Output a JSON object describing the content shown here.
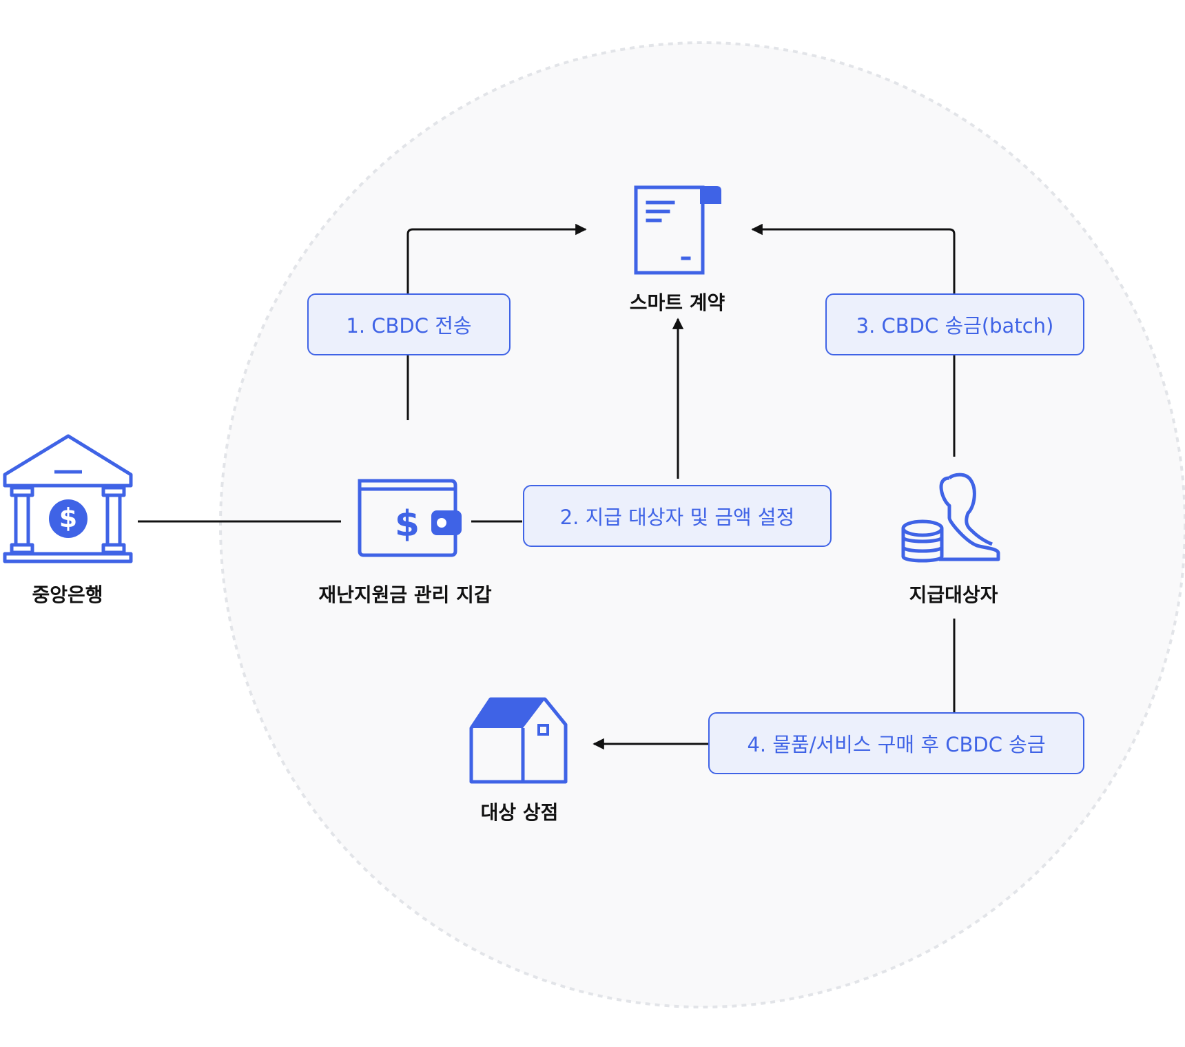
{
  "nodes": {
    "central_bank": {
      "label": "중앙은행",
      "icon": "bank-icon"
    },
    "wallet": {
      "label": "재난지원금 관리 지갑",
      "icon": "wallet-icon"
    },
    "smart_contract": {
      "label": "스마트 계약",
      "icon": "contract-document-icon"
    },
    "recipient": {
      "label": "지급대상자",
      "icon": "user-coins-icon"
    },
    "store": {
      "label": "대상 상점",
      "icon": "store-icon"
    }
  },
  "steps": [
    {
      "label": "1.  CBDC 전송"
    },
    {
      "label": "2. 지급 대상자 및 금액 설정"
    },
    {
      "label": "3. CBDC 송금(batch)"
    },
    {
      "label": "4. 물품/서비스 구매 후 CBDC 송금"
    }
  ],
  "colors": {
    "accent": "#3f63e6",
    "box_fill": "#ecf0fc",
    "circle_fill": "#f9f9fa",
    "circle_border": "#e2e4e8",
    "line": "#111111"
  }
}
